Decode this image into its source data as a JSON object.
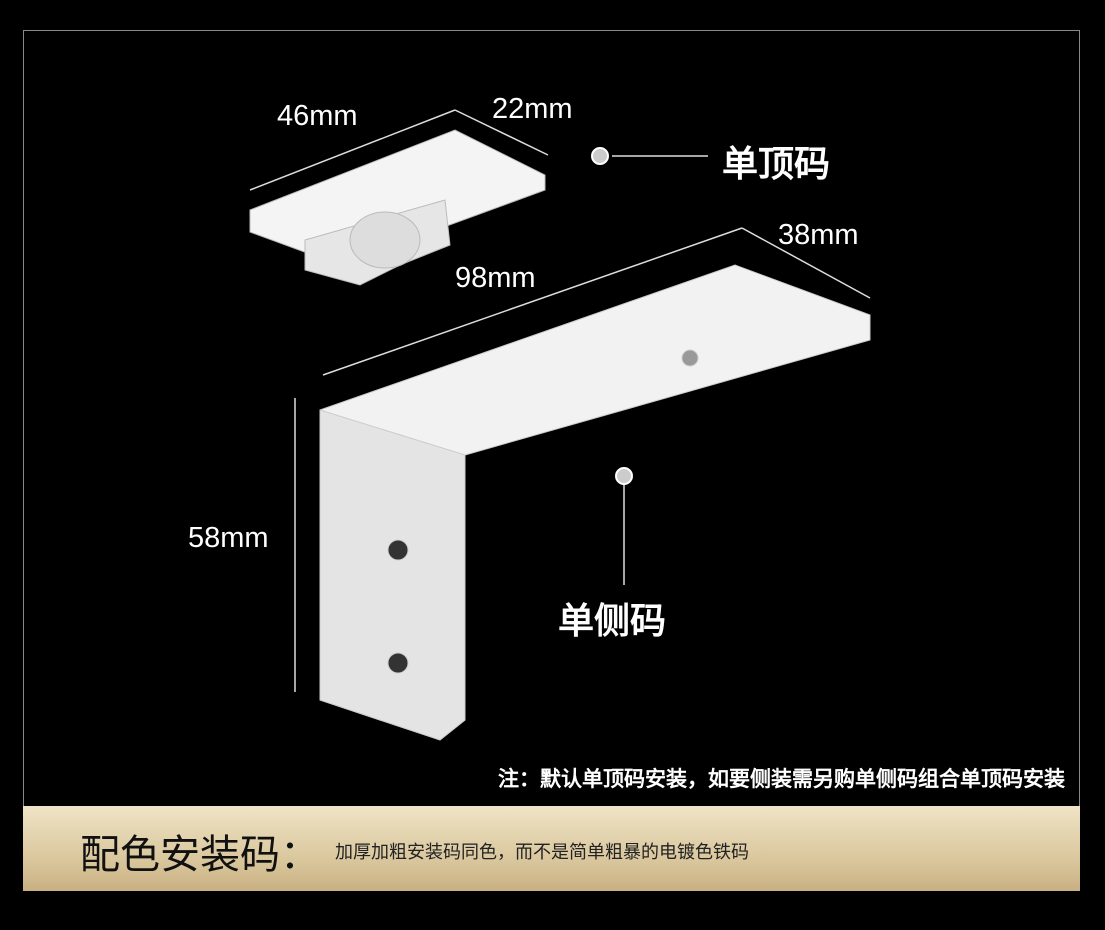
{
  "dimensions": {
    "top_width": "46mm",
    "top_depth": "22mm",
    "side_length": "98mm",
    "side_width": "38mm",
    "side_height": "58mm"
  },
  "labels": {
    "top_bracket": "单顶码",
    "side_bracket": "单侧码"
  },
  "note": "注：默认单顶码安装，如要侧装需另购单侧码组合单顶码安装",
  "band": {
    "title": "配色安装码：",
    "text": "加厚加粗安装码同色，而不是简单粗暴的电镀色铁码"
  },
  "colors": {
    "background": "#000000",
    "band": "#d7c398"
  }
}
